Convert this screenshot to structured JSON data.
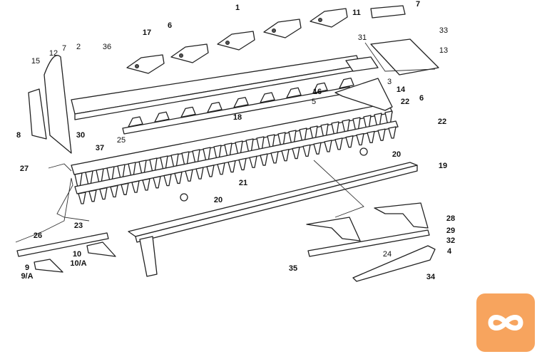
{
  "diagram": {
    "labels": [
      "1",
      "11",
      "7",
      "33",
      "17",
      "6",
      "31",
      "13",
      "36",
      "2",
      "12",
      "7",
      "15",
      "3",
      "14",
      "6",
      "16",
      "5",
      "22",
      "22",
      "8",
      "30",
      "18",
      "37",
      "25",
      "20",
      "27",
      "19",
      "21",
      "20",
      "28",
      "29",
      "32",
      "24",
      "4",
      "23",
      "26",
      "10",
      "10/A",
      "9",
      "9/A",
      "35",
      "34"
    ]
  },
  "logo": {
    "icon": "infinity-icon",
    "color": "#F7A45E"
  }
}
